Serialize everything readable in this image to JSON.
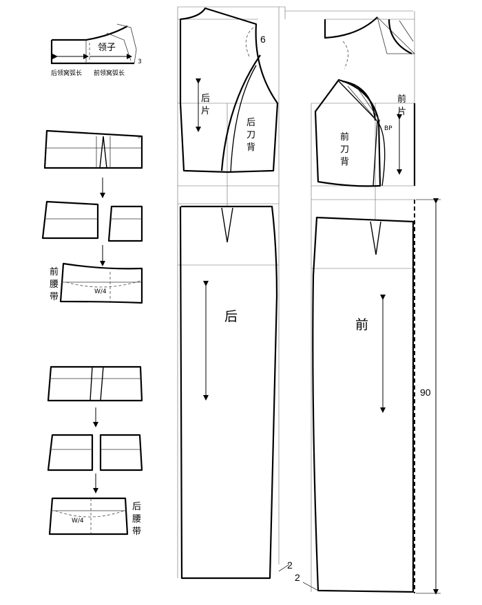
{
  "labels": {
    "collar": "领子",
    "back_neck_arc": "后领窝弧长",
    "front_neck_arc": "前领窝弧长",
    "collar_num": "3",
    "front_waistband": [
      "前",
      "腰",
      "带"
    ],
    "back_waistband": [
      "后",
      "腰",
      "带"
    ],
    "w4_front": "W/4",
    "w4_back": "W/4",
    "back_piece": [
      "后",
      "片"
    ],
    "back_side": [
      "后",
      "刀",
      "背"
    ],
    "front_piece": [
      "前",
      "片"
    ],
    "front_side": [
      "前",
      "刀",
      "背"
    ],
    "bp": "BP",
    "six": "6",
    "back_skirt": "后",
    "front_skirt": "前",
    "length": "90",
    "two_a": "2",
    "two_b": "2"
  }
}
